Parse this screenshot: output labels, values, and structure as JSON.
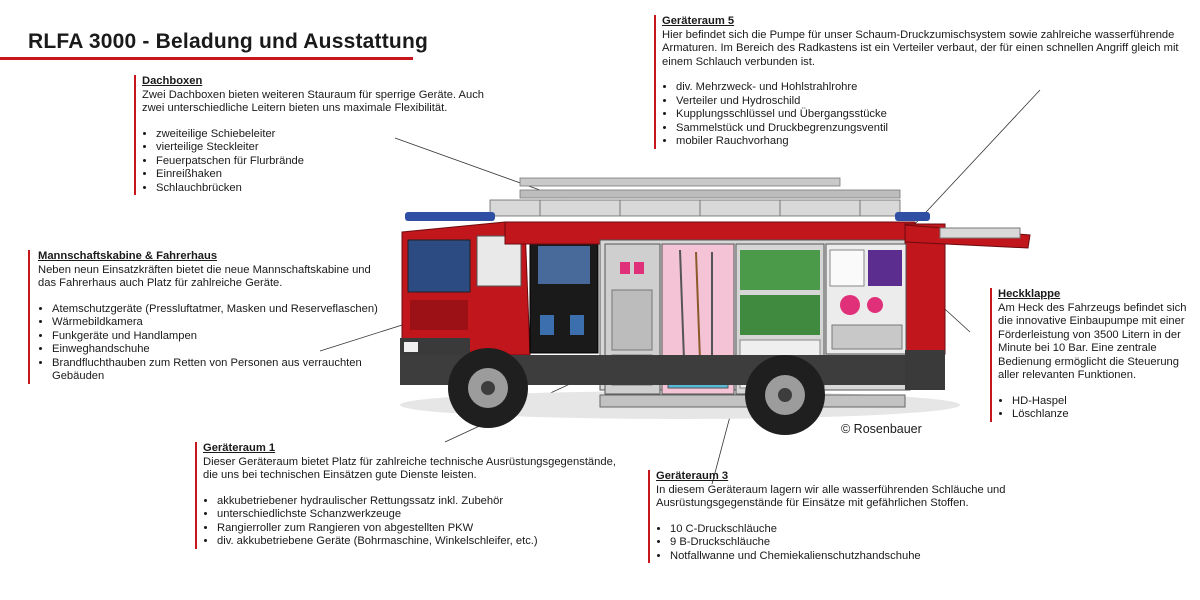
{
  "title": "RLFA 3000 - Beladung und Ausstattung",
  "copyright": "© Rosenbauer",
  "colors": {
    "accent": "#c8161d",
    "truck_red": "#c0161c",
    "text": "#1a1a1a"
  },
  "sections": {
    "dachboxen": {
      "heading": "Dachboxen",
      "text": "Zwei Dachboxen bieten weiteren Stauraum für sperrige Geräte. Auch zwei unterschiedliche Leitern bieten uns maximale Flexibilität.",
      "items": [
        "zweiteilige Schiebeleiter",
        "vierteilige Steckleiter",
        "Feuerpatschen für Flurbrände",
        "Einreißhaken",
        "Schlauchbrücken"
      ]
    },
    "mannschaft": {
      "heading": "Mannschaftskabine & Fahrerhaus",
      "text": "Neben neun Einsatzkräften bietet die neue Mannschaftskabine und das Fahrerhaus auch Platz für zahlreiche Geräte.",
      "items": [
        "Atemschutzgeräte (Pressluftatmer, Masken und Reserveflaschen)",
        "Wärmebildkamera",
        "Funkgeräte und Handlampen",
        "Einweghandschuhe",
        "Brandfluchthauben zum Retten von Personen aus verrauchten Gebäuden"
      ]
    },
    "geraeteraum1": {
      "heading": "Geräteraum 1",
      "text": "Dieser Geräteraum bietet Platz für zahlreiche technische Ausrüstungsgegenstände, die uns bei technischen Einsätzen gute Dienste leisten.",
      "items": [
        "akkubetriebener hydraulischer Rettungssatz inkl. Zubehör",
        "unterschiedlichste Schanzwerkzeuge",
        "Rangierroller zum Rangieren von abgestellten PKW",
        "div. akkubetriebene Geräte (Bohrmaschine, Winkelschleifer, etc.)"
      ]
    },
    "geraeteraum5": {
      "heading": "Geräteraum 5",
      "text": "Hier befindet sich die Pumpe für unser Schaum-Druckzumischsystem sowie zahlreiche wasserführende Armaturen. Im Bereich des Radkastens ist ein Verteiler verbaut, der für einen schnellen Angriff gleich mit einem Schlauch verbunden ist.",
      "items": [
        "div. Mehrzweck- und Hohlstrahlrohre",
        "Verteiler und Hydroschild",
        "Kupplungsschlüssel und Übergangsstücke",
        "Sammelstück und Druckbegrenzungsventil",
        "mobiler Rauchvorhang"
      ]
    },
    "heckklappe": {
      "heading": "Heckklappe",
      "text": "Am Heck des Fahrzeugs befindet sich die innovative Einbaupumpe mit einer Förderleistung von 3500 Litern in der Minute bei 10 Bar. Eine zentrale Bedienung ermöglicht die Steuerung aller relevanten Funktionen.",
      "items": [
        "HD-Haspel",
        "Löschlanze"
      ]
    },
    "geraeteraum3": {
      "heading": "Geräteraum 3",
      "text": "In diesem Geräteraum lagern wir alle wasserführenden Schläuche und Ausrüstungsgegenstände für Einsätze mit gefährlichen Stoffen.",
      "items": [
        "10 C-Druckschläuche",
        "9 B-Druckschläuche",
        "Notfallwanne und Chemiekalienschutzhandschuhe"
      ]
    }
  }
}
